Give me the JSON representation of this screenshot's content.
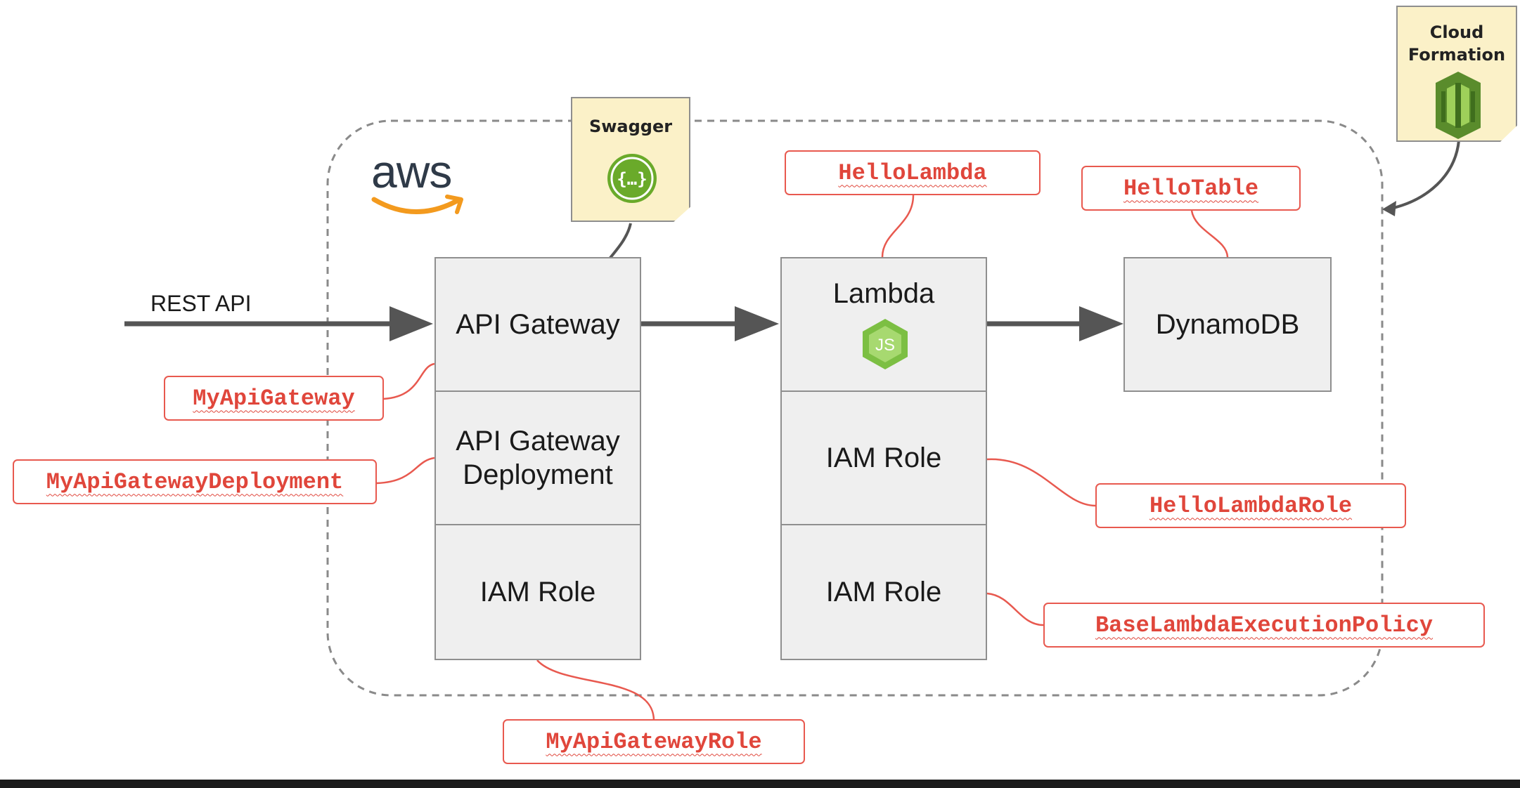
{
  "logo": {
    "text": "aws"
  },
  "input": {
    "label": "REST API"
  },
  "notes": {
    "swagger": "Swagger",
    "cloudformation": [
      "Cloud",
      "Formation"
    ]
  },
  "boxes": {
    "api_gateway": "API Gateway",
    "api_gateway_deployment": [
      "API Gateway",
      "Deployment"
    ],
    "api_iam_role": "IAM Role",
    "lambda": "Lambda",
    "lambda_iam_role_1": "IAM Role",
    "lambda_iam_role_2": "IAM Role",
    "dynamodb": "DynamoDB"
  },
  "resources": {
    "my_api_gateway": "MyApiGateway",
    "my_api_gateway_deployment": "MyApiGatewayDeployment",
    "my_api_gateway_role": "MyApiGatewayRole",
    "hello_lambda": "HelloLambda",
    "hello_table": "HelloTable",
    "hello_lambda_role": "HelloLambdaRole",
    "base_lambda_execution_policy": "BaseLambdaExecutionPolicy"
  },
  "colors": {
    "resource_tag": "#e0463b",
    "box_fill": "#efefef",
    "note_fill": "#fbf1c8",
    "aws_smile": "#f39a1e",
    "swagger_green": "#6aaa2a",
    "cloudformation_green": "#5a8c2c",
    "arrow": "#555555"
  },
  "icons": [
    "aws-logo",
    "swagger-icon",
    "nodejs-icon",
    "cloudformation-icon"
  ]
}
